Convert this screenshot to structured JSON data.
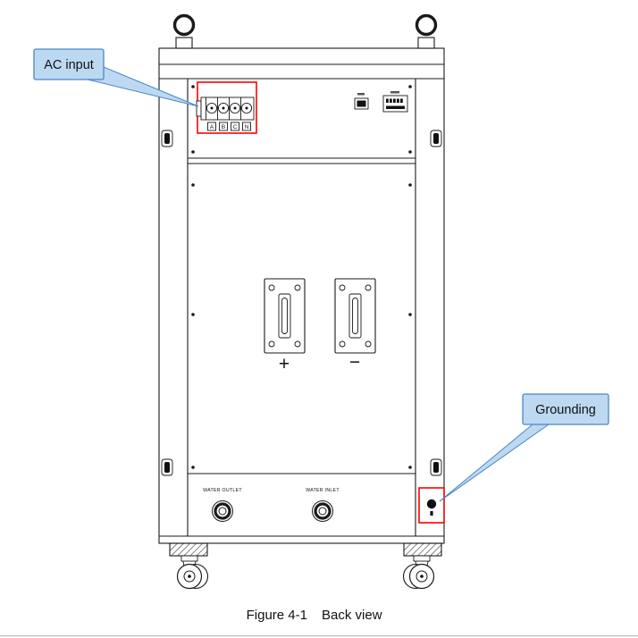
{
  "figure": {
    "caption_label": "Figure 4-1",
    "caption_title": "Back view"
  },
  "callouts": {
    "ac_input": "AC input",
    "grounding": "Grounding"
  },
  "cabinet": {
    "water_outlet": "WATER OUTLET",
    "water_inlet": "WATER INLET",
    "terminals": [
      "A",
      "B",
      "C",
      "N"
    ],
    "dc_plus": "+",
    "dc_minus": "−"
  },
  "colors": {
    "highlight": "#ff0000",
    "callout_fill": "#bdd9f1",
    "callout_border": "#4a86c8",
    "line": "#1a1a1a"
  }
}
